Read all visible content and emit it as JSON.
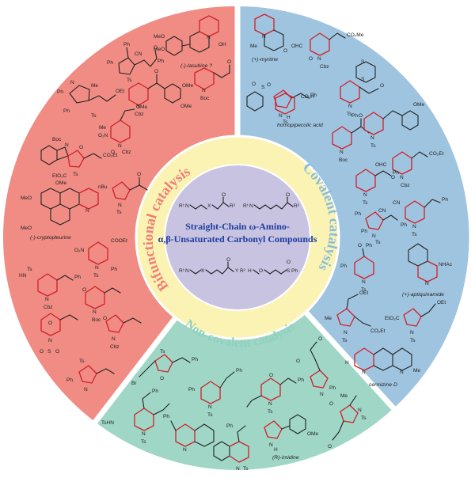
{
  "center_title": {
    "line1": "Straight-Chain ω-Amino-",
    "line2": "α,β-Unsaturated Carbonyl Compounds"
  },
  "segments": {
    "bifunctional": {
      "label": "Bifunctional catalysis",
      "color": "#f08c84"
    },
    "covalent": {
      "label": "Covalent catalysis",
      "color": "#9fc4df"
    },
    "noncovalent": {
      "label": "Non-covalent catalysis",
      "color": "#9fd6c6"
    }
  },
  "ring_colors": {
    "inner_ring": "#fbf3b4",
    "center_disc": "#c9c3e2",
    "divider": "#ffffff"
  },
  "natural_products": {
    "lasubine": "(-)-lasubine ?",
    "myrtine": "(+)-myrtine",
    "homopipecolic": "homopipecolic acid",
    "cryptopleurine": "(-)-cryptopleurine",
    "aptiquinamide": "(+)-aptiquinamide",
    "cermizine": "cermizine D",
    "irnidine": "(R)-irnidine"
  },
  "atoms": {
    "Ts": "Ts",
    "Cbz": "Cbz",
    "Boc": "Boc",
    "Ph": "Ph",
    "N": "N",
    "O": "O",
    "S": "S",
    "OMe": "OMe",
    "MeO": "MeO",
    "CN": "CN",
    "OH": "OH",
    "OHC": "OHC",
    "CO2Me": "CO₂Me",
    "CO2Et": "CO₂Et",
    "COOEt": "COOEt",
    "NHAc": "NHAc",
    "EtO2C": "EtO₂C",
    "Me": "Me",
    "Et": "Et",
    "Br": "Br",
    "TsHN": "TsHN",
    "HN": "HN",
    "O2N": "O₂N",
    "nBu": "nBu",
    "H": "H",
    "CO2H": "CO₂H",
    "OEt": "OEt",
    "R1": "R¹",
    "R2": "R²",
    "n": "n",
    "X": "X",
    "Y": "Y"
  }
}
